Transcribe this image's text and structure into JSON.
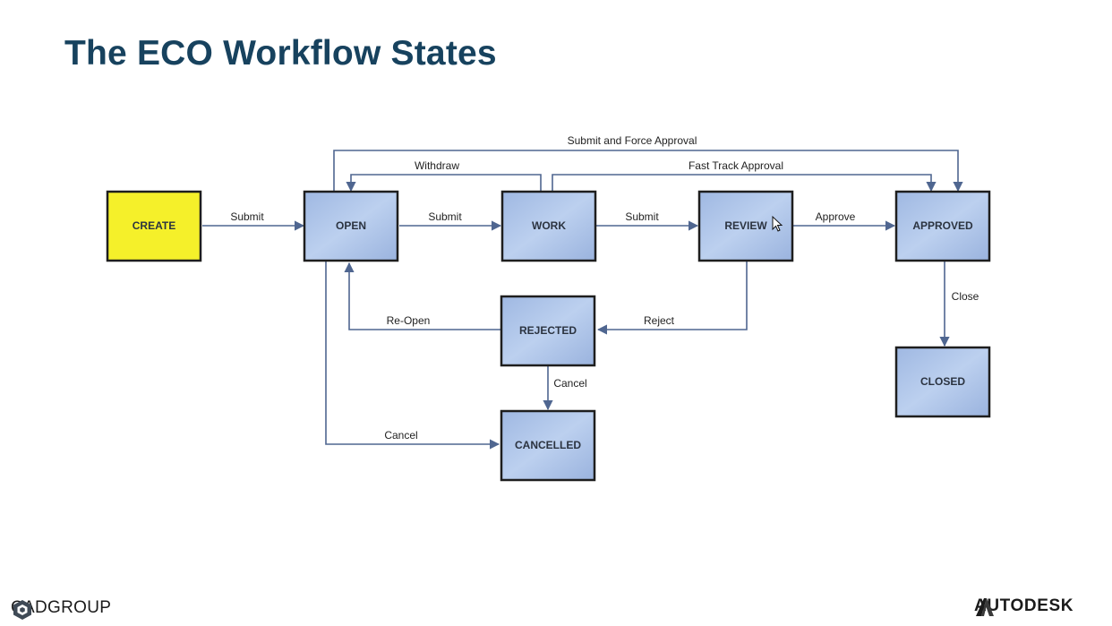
{
  "slide": {
    "title": "The ECO Workflow States"
  },
  "states": [
    {
      "id": "create",
      "label": "CREATE",
      "fill": "#f5f02a"
    },
    {
      "id": "open",
      "label": "OPEN",
      "fill": "#aec4e8"
    },
    {
      "id": "work",
      "label": "WORK",
      "fill": "#aec4e8"
    },
    {
      "id": "review",
      "label": "REVIEW",
      "fill": "#aec4e8"
    },
    {
      "id": "approved",
      "label": "APPROVED",
      "fill": "#aec4e8"
    },
    {
      "id": "rejected",
      "label": "REJECTED",
      "fill": "#aec4e8"
    },
    {
      "id": "closed",
      "label": "CLOSED",
      "fill": "#aec4e8"
    },
    {
      "id": "cancelled",
      "label": "CANCELLED",
      "fill": "#aec4e8"
    }
  ],
  "transitions": [
    {
      "from": "CREATE",
      "to": "OPEN",
      "label": "Submit"
    },
    {
      "from": "OPEN",
      "to": "WORK",
      "label": "Submit"
    },
    {
      "from": "WORK",
      "to": "REVIEW",
      "label": "Submit"
    },
    {
      "from": "REVIEW",
      "to": "APPROVED",
      "label": "Approve"
    },
    {
      "from": "WORK",
      "to": "OPEN",
      "label": "Withdraw"
    },
    {
      "from": "OPEN",
      "to": "APPROVED",
      "label": "Submit and Force Approval"
    },
    {
      "from": "WORK",
      "to": "APPROVED",
      "label": "Fast Track Approval"
    },
    {
      "from": "REVIEW",
      "to": "REJECTED",
      "label": "Reject"
    },
    {
      "from": "REJECTED",
      "to": "OPEN",
      "label": "Re-Open"
    },
    {
      "from": "REJECTED",
      "to": "CANCELLED",
      "label": "Cancel"
    },
    {
      "from": "OPEN",
      "to": "CANCELLED",
      "label": "Cancel"
    },
    {
      "from": "APPROVED",
      "to": "CLOSED",
      "label": "Close"
    }
  ],
  "colors": {
    "title": "#17425e",
    "connector": "#4f6690",
    "box_border": "#1e1e1e"
  },
  "footer": {
    "left_logo_text": "CADGROUP",
    "right_logo_text": "AUTODESK"
  }
}
